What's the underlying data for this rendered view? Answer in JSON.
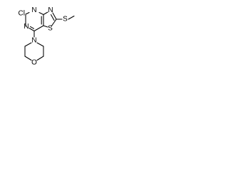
{
  "colors": {
    "background": "#ffffff",
    "bond": "#000000",
    "text": "#000000"
  },
  "atoms": {
    "chlorine": "Cl",
    "pyrimidine_n_top": "N",
    "pyrimidine_n_left": "N",
    "thiazole_n": "N",
    "thiazole_s": "S",
    "thioether_s": "S",
    "morpholine_n": "N",
    "morpholine_o": "O"
  }
}
